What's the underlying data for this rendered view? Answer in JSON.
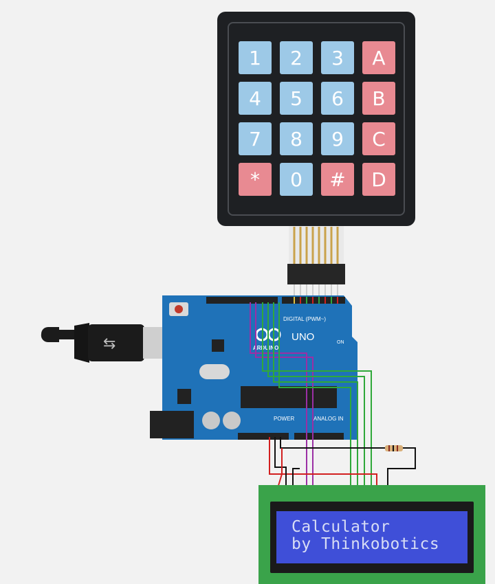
{
  "keypad": {
    "rows": [
      [
        {
          "label": "1",
          "kind": "blue"
        },
        {
          "label": "2",
          "kind": "blue"
        },
        {
          "label": "3",
          "kind": "blue"
        },
        {
          "label": "A",
          "kind": "red"
        }
      ],
      [
        {
          "label": "4",
          "kind": "blue"
        },
        {
          "label": "5",
          "kind": "blue"
        },
        {
          "label": "6",
          "kind": "blue"
        },
        {
          "label": "B",
          "kind": "red"
        }
      ],
      [
        {
          "label": "7",
          "kind": "blue"
        },
        {
          "label": "8",
          "kind": "blue"
        },
        {
          "label": "9",
          "kind": "blue"
        },
        {
          "label": "C",
          "kind": "red"
        }
      ],
      [
        {
          "label": "*",
          "kind": "red"
        },
        {
          "label": "0",
          "kind": "blue"
        },
        {
          "label": "#",
          "kind": "red"
        },
        {
          "label": "D",
          "kind": "red"
        }
      ]
    ]
  },
  "arduino": {
    "model": "UNO",
    "brand": "ARDUINO",
    "digital_header": "DIGITAL (PWM~)",
    "power_header": "POWER",
    "analog_header": "ANALOG IN",
    "on_label": "ON"
  },
  "lcd": {
    "line1": "Calculator",
    "line2": "by Thinkobotics"
  },
  "colors": {
    "background": "#f2f2f2",
    "board": "#1f72b8",
    "keypad_body": "#1e2023",
    "key_blue": "#9dc9e7",
    "key_red": "#e88a92",
    "lcd_pcb": "#3aa34a",
    "lcd_screen": "#3f4fd8",
    "wire_red": "#d21f1f",
    "wire_green": "#2fa83a",
    "wire_purple": "#9b2fa5",
    "wire_black": "#111111"
  }
}
